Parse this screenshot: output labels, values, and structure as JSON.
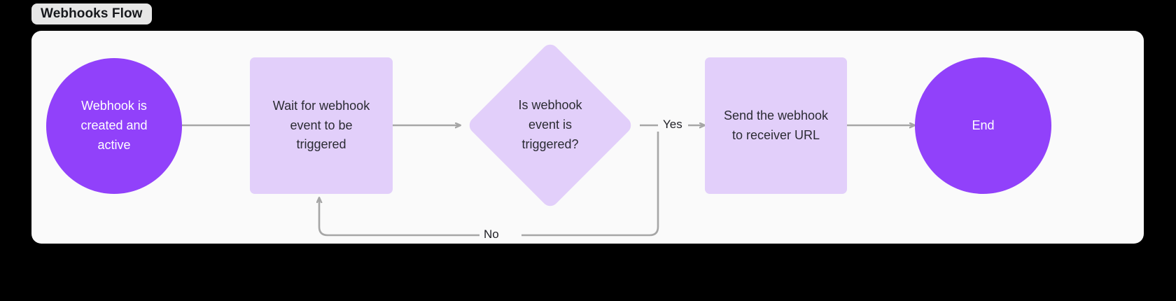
{
  "title": {
    "label": "Webhooks Flow"
  },
  "colors": {
    "page_background": "#000000",
    "panel_background": "#FAFAFA",
    "chip_background": "#E6E6E6",
    "node_strong_purple": "#9141FA",
    "node_light_purple": "#E2CFFA",
    "edge_gray": "#A6A6A6",
    "text_dark": "#2B2B33",
    "text_light": "#FFFFFF"
  },
  "flow": {
    "nodes": [
      {
        "id": "start",
        "shape": "circle",
        "label": "Webhook is\ncreated and\nactive"
      },
      {
        "id": "wait",
        "shape": "rectangle",
        "label": "Wait for webhook\nevent to be\ntriggered"
      },
      {
        "id": "decision",
        "shape": "diamond",
        "label": "Is webhook\nevent is\ntriggered?"
      },
      {
        "id": "send",
        "shape": "rectangle",
        "label": "Send the webhook\nto receiver URL"
      },
      {
        "id": "end",
        "shape": "circle",
        "label": "End"
      }
    ],
    "edges": [
      {
        "id": "start-to-wait",
        "from": "start",
        "to": "wait",
        "label": "",
        "arrowhead": false
      },
      {
        "id": "wait-to-decision",
        "from": "wait",
        "to": "decision",
        "label": "",
        "arrowhead": true
      },
      {
        "id": "decision-to-send",
        "from": "decision",
        "to": "send",
        "label": "Yes",
        "arrowhead": true
      },
      {
        "id": "send-to-end",
        "from": "send",
        "to": "end",
        "label": "",
        "arrowhead": true
      },
      {
        "id": "decision-to-wait",
        "from": "decision",
        "to": "wait",
        "label": "No",
        "arrowhead": true
      }
    ]
  }
}
